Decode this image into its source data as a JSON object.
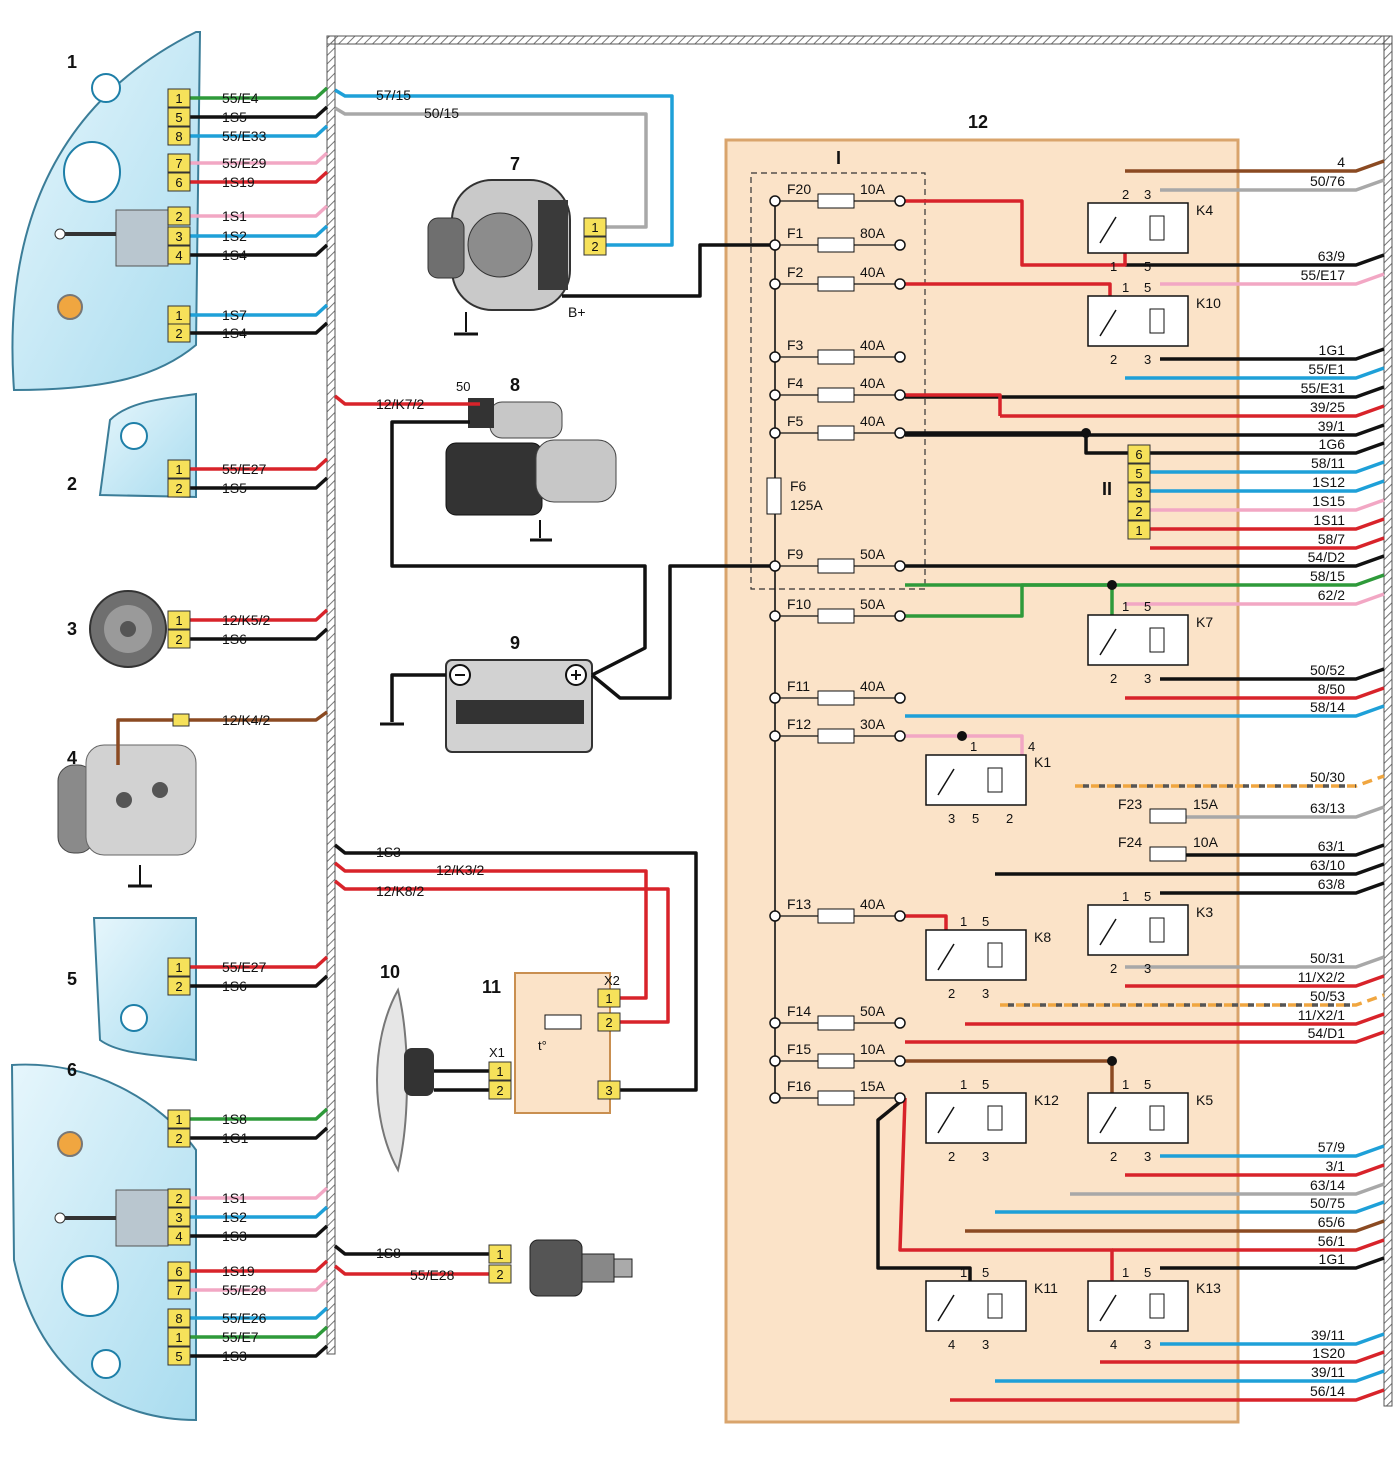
{
  "components": {
    "c1": "1",
    "c2": "2",
    "c3": "3",
    "c4": "4",
    "c5": "5",
    "c6": "6",
    "c7": "7",
    "c8": "8",
    "c9": "9",
    "c10": "10",
    "c11": "11",
    "c12": "12",
    "roman1": "I",
    "roman2": "II"
  },
  "colors": {
    "red": "#d8232a",
    "black": "#111111",
    "blue": "#1ea0d8",
    "green": "#2e9a3a",
    "pink": "#f2a7c4",
    "grey": "#a8a8a8",
    "brown": "#8b4a22",
    "orange": "#f0a640",
    "yellow": "#f6e15a",
    "panel": "#fbe3c8"
  },
  "labels": {
    "c1": [
      {
        "pins": "1",
        "wire": "55/E4",
        "color": "green"
      },
      {
        "pins": "5",
        "wire": "1S5",
        "color": "black"
      },
      {
        "pins": "8",
        "wire": "55/E33",
        "color": "blue"
      },
      {
        "pins": "7",
        "wire": "55/E29",
        "color": "pink"
      },
      {
        "pins": "6",
        "wire": "1S19",
        "color": "red"
      },
      {
        "pins": "2",
        "wire": "1S1",
        "color": "pink"
      },
      {
        "pins": "3",
        "wire": "1S2",
        "color": "blue"
      },
      {
        "pins": "4",
        "wire": "1S4",
        "color": "black"
      },
      {
        "pins": "1",
        "wire": "1S7",
        "color": "blue"
      },
      {
        "pins": "2",
        "wire": "1S4",
        "color": "black"
      }
    ],
    "c2": [
      {
        "pins": "1",
        "wire": "55/E27",
        "color": "red"
      },
      {
        "pins": "2",
        "wire": "1S5",
        "color": "black"
      }
    ],
    "c3": [
      {
        "pins": "1",
        "wire": "12/K5/2",
        "color": "red"
      },
      {
        "pins": "2",
        "wire": "1S6",
        "color": "black"
      }
    ],
    "c4": [
      {
        "wire": "12/K4/2",
        "color": "brown"
      }
    ],
    "c5": [
      {
        "pins": "1",
        "wire": "55/E27",
        "color": "red"
      },
      {
        "pins": "2",
        "wire": "1S6",
        "color": "black"
      }
    ],
    "c6": [
      {
        "pins": "1",
        "wire": "1S8",
        "color": "green"
      },
      {
        "pins": "2",
        "wire": "1G1",
        "color": "black"
      },
      {
        "pins": "2",
        "wire": "1S1",
        "color": "pink"
      },
      {
        "pins": "3",
        "wire": "1S2",
        "color": "blue"
      },
      {
        "pins": "4",
        "wire": "1S3",
        "color": "black"
      },
      {
        "pins": "6",
        "wire": "1S19",
        "color": "red"
      },
      {
        "pins": "7",
        "wire": "55/E28",
        "color": "pink"
      },
      {
        "pins": "8",
        "wire": "55/E26",
        "color": "blue"
      },
      {
        "pins": "1",
        "wire": "55/E7",
        "color": "green"
      },
      {
        "pins": "5",
        "wire": "1S3",
        "color": "black"
      }
    ],
    "alt": {
      "w1": "57/15",
      "w2": "50/15",
      "p1": "1",
      "p2": "2",
      "bplus": "B+"
    },
    "starter": {
      "wire": "12/K7/2",
      "term": "50"
    },
    "fan": {
      "w1": "1S3",
      "w2": "12/K3/2",
      "w3": "12/K8/2",
      "x1": "X1",
      "x2": "X2",
      "t": "t°",
      "x1p": [
        "1",
        "2"
      ],
      "x2p": [
        "1",
        "2",
        "3"
      ]
    },
    "sensor": {
      "w1": "1S8",
      "w2": "55/E28",
      "p1": "1",
      "p2": "2"
    },
    "pinsII": [
      "6",
      "5",
      "3",
      "2",
      "1"
    ],
    "fuse6": {
      "name": "F6",
      "amp": "125A"
    }
  },
  "fuses": [
    {
      "name": "F20",
      "amp": "10A"
    },
    {
      "name": "F1",
      "amp": "80A"
    },
    {
      "name": "F2",
      "amp": "40A"
    },
    {
      "name": "F3",
      "amp": "40A"
    },
    {
      "name": "F4",
      "amp": "40A"
    },
    {
      "name": "F5",
      "amp": "40A"
    },
    {
      "name": "F9",
      "amp": "50A"
    },
    {
      "name": "F10",
      "amp": "50A"
    },
    {
      "name": "F11",
      "amp": "40A"
    },
    {
      "name": "F12",
      "amp": "30A"
    },
    {
      "name": "F13",
      "amp": "40A"
    },
    {
      "name": "F14",
      "amp": "50A"
    },
    {
      "name": "F15",
      "amp": "10A"
    },
    {
      "name": "F16",
      "amp": "15A"
    },
    {
      "name": "F23",
      "amp": "15A"
    },
    {
      "name": "F24",
      "amp": "10A"
    }
  ],
  "relays": [
    {
      "name": "K4",
      "pins": [
        "2",
        "3",
        "1",
        "5"
      ]
    },
    {
      "name": "K10",
      "pins": [
        "1",
        "5",
        "2",
        "3"
      ]
    },
    {
      "name": "K7",
      "pins": [
        "1",
        "5",
        "2",
        "3"
      ]
    },
    {
      "name": "K1",
      "pins": [
        "1",
        "4",
        "3",
        "5",
        "2"
      ]
    },
    {
      "name": "K8",
      "pins": [
        "1",
        "5",
        "2",
        "3"
      ]
    },
    {
      "name": "K3",
      "pins": [
        "1",
        "5",
        "2",
        "3"
      ]
    },
    {
      "name": "K12",
      "pins": [
        "1",
        "5",
        "2",
        "3"
      ]
    },
    {
      "name": "K5",
      "pins": [
        "1",
        "5",
        "2",
        "3"
      ]
    },
    {
      "name": "K11",
      "pins": [
        "1",
        "5",
        "4",
        "3"
      ]
    },
    {
      "name": "K13",
      "pins": [
        "1",
        "5",
        "4",
        "3"
      ]
    }
  ],
  "right_wires": [
    {
      "label": "4",
      "color": "brown"
    },
    {
      "label": "50/76",
      "color": "grey"
    },
    {
      "label": "63/9",
      "color": "black"
    },
    {
      "label": "55/E17",
      "color": "pink"
    },
    {
      "label": "1G1",
      "color": "black"
    },
    {
      "label": "55/E1",
      "color": "blue"
    },
    {
      "label": "55/E31",
      "color": "black"
    },
    {
      "label": "39/25",
      "color": "red"
    },
    {
      "label": "39/1",
      "color": "black"
    },
    {
      "label": "1G6",
      "color": "black"
    },
    {
      "label": "58/11",
      "color": "blue"
    },
    {
      "label": "1S12",
      "color": "blue"
    },
    {
      "label": "1S15",
      "color": "pink"
    },
    {
      "label": "1S11",
      "color": "red"
    },
    {
      "label": "58/7",
      "color": "red"
    },
    {
      "label": "54/D2",
      "color": "black"
    },
    {
      "label": "58/15",
      "color": "green"
    },
    {
      "label": "62/2",
      "color": "pink"
    },
    {
      "label": "50/52",
      "color": "black"
    },
    {
      "label": "8/50",
      "color": "red"
    },
    {
      "label": "58/14",
      "color": "blue"
    },
    {
      "label": "50/30",
      "color": "orange"
    },
    {
      "label": "63/13",
      "color": "grey"
    },
    {
      "label": "63/1",
      "color": "black"
    },
    {
      "label": "63/10",
      "color": "black"
    },
    {
      "label": "63/8",
      "color": "black"
    },
    {
      "label": "50/31",
      "color": "grey"
    },
    {
      "label": "11/X2/2",
      "color": "red"
    },
    {
      "label": "50/53",
      "color": "orange"
    },
    {
      "label": "11/X2/1",
      "color": "red"
    },
    {
      "label": "54/D1",
      "color": "red"
    },
    {
      "label": "57/9",
      "color": "blue"
    },
    {
      "label": "3/1",
      "color": "red"
    },
    {
      "label": "63/14",
      "color": "grey"
    },
    {
      "label": "50/75",
      "color": "blue"
    },
    {
      "label": "65/6",
      "color": "brown"
    },
    {
      "label": "56/1",
      "color": "red"
    },
    {
      "label": "1G1",
      "color": "black"
    },
    {
      "label": "39/11",
      "color": "blue"
    },
    {
      "label": "1S20",
      "color": "red"
    },
    {
      "label": "39/11",
      "color": "blue"
    },
    {
      "label": "56/14",
      "color": "red"
    }
  ]
}
